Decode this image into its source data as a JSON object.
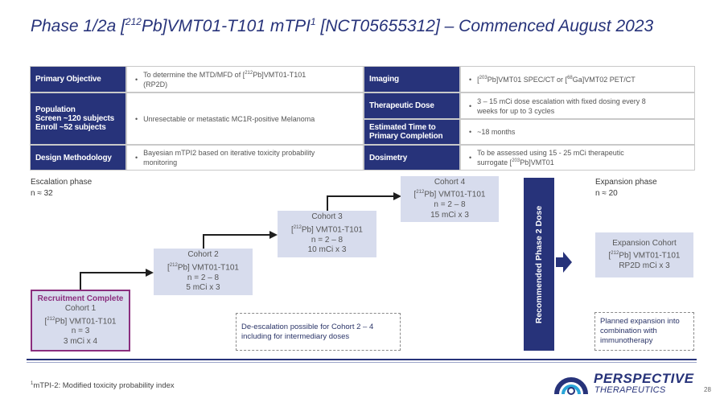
{
  "header": {
    "title_a": "Phase 1/2a [",
    "title_sup": "212",
    "title_b": "Pb]VMT01-T101 mTPI",
    "title_sup2": "1",
    "title_c": " [NCT05655312] – Commenced August 2023"
  },
  "table": {
    "primary_objective": {
      "label": "Primary Objective",
      "bullet": "•",
      "text_a": "To determine the MTD/MFD of [",
      "text_sup": "212",
      "text_b": "Pb]VMT01-T101",
      "text_c": "(RP2D)"
    },
    "population": {
      "label1": "Population",
      "label2": "Screen ~120 subjects",
      "label3": "Enroll ~52 subjects",
      "bullet": "•",
      "text": "Unresectable or metastatic MC1R-positive Melanoma"
    },
    "design": {
      "label": "Design Methodology",
      "bullet": "•",
      "text1": "Bayesian mTPI2 based on iterative toxicity probability",
      "text2": "monitoring"
    },
    "imaging": {
      "label": "Imaging",
      "bullet": "•",
      "text_a": "[",
      "sup1": "203",
      "text_b": "Pb]VMT01 SPEC/CT or [",
      "sup2": "68",
      "text_c": "Ga]VMT02 PET/CT"
    },
    "therapeutic_dose": {
      "label": "Therapeutic Dose",
      "bullet": "•",
      "text1": "3 – 15 mCi dose escalation with fixed dosing every 8",
      "text2": "weeks for up to 3 cycles"
    },
    "estimated_time": {
      "label1": "Estimated Time to",
      "label2": "Primary Completion",
      "bullet": "•",
      "text": "~18 months"
    },
    "dosimetry": {
      "label": "Dosimetry",
      "bullet": "•",
      "text1": "To be assessed  using 15 - 25 mCi  therapeutic",
      "text2_a": "surrogate [",
      "text2_sup": "203",
      "text2_b": "Pb]VMT01"
    }
  },
  "escalation": {
    "label": "Escalation phase",
    "n": "n ≈ 32"
  },
  "expansion": {
    "label": "Expansion phase",
    "n": "n ≈ 20"
  },
  "cohorts": [
    {
      "status": "Recruitment Complete",
      "name": "Cohort 1",
      "sup": "212",
      "drug": "Pb] VMT01-T101",
      "n": "n = 3",
      "dose": "3 mCi x 4"
    },
    {
      "name": "Cohort 2",
      "sup": "212",
      "drug": "Pb] VMT01-T101",
      "n": "n = 2 – 8",
      "dose": "5 mCi x 3"
    },
    {
      "name": "Cohort 3",
      "sup": "212",
      "drug": "Pb] VMT01-T101",
      "n": "n = 2 – 8",
      "dose": "10 mCi x 3"
    },
    {
      "name": "Cohort 4",
      "sup": "212",
      "drug": "Pb] VMT01-T101",
      "n": "n = 2 – 8",
      "dose": "15 mCi x 3"
    }
  ],
  "expansion_cohort": {
    "name": "Expansion Cohort",
    "sup": "212",
    "drug": "Pb] VMT01-T101",
    "dose": "RP2D mCi x 3"
  },
  "rp2d": "Recommended Phase 2 Dose",
  "deescalation_note": {
    "line1": "De-escalation possible for Cohort 2 – 4",
    "line2": "including for intermediary doses"
  },
  "planned_expansion_note": {
    "line1": "Planned expansion into",
    "line2": "combination with",
    "line3": "immunotherapy"
  },
  "footnote": {
    "sup": "1",
    "text": "mTPI-2: Modified toxicity probability index"
  },
  "brand": {
    "name": "PERSPECTIVE",
    "sub": "THERAPEUTICS"
  },
  "page_number": "28",
  "colors": {
    "navy": "#27337a",
    "cohort_fill": "#d7dced",
    "recruitment_border": "#8b2e7e"
  }
}
